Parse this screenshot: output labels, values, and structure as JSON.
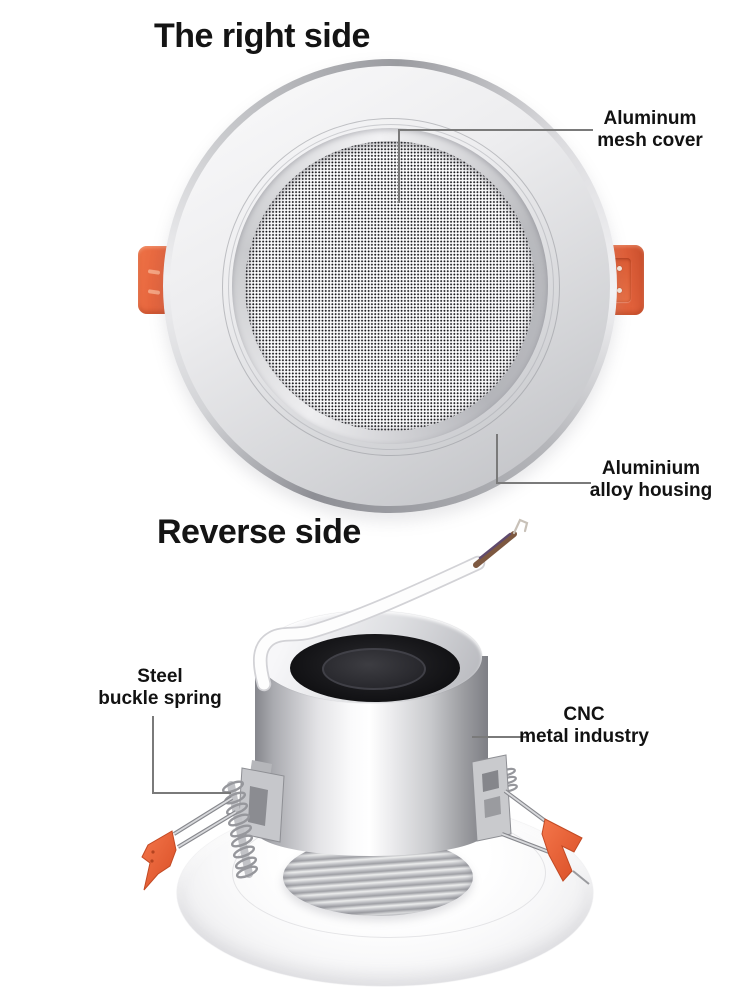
{
  "front_section": {
    "heading": "The right side",
    "labels": {
      "mesh": {
        "line1": "Aluminum",
        "line2": "mesh cover"
      },
      "housing": {
        "line1": "Aluminium",
        "line2": "alloy housing"
      }
    }
  },
  "reverse_section": {
    "heading": "Reverse side",
    "labels": {
      "spring": {
        "line1": "Steel",
        "line2": "buckle spring"
      },
      "cnc": {
        "line1": "CNC",
        "line2": "metal industry"
      }
    }
  },
  "colors": {
    "background": "#ffffff",
    "heading_text": "#141414",
    "label_text": "#121212",
    "callout_line": "#7a7a7a",
    "clip_orange": "#e2603a",
    "spring_tip_orange": "#ef5f2e",
    "metal_silver_light": "#f2f2f4",
    "metal_silver_dark": "#8e8f95",
    "mesh_dot": "#16161a",
    "magnet_black": "#121215",
    "wire_jacket_white": "#fdfdfd",
    "wire_conductor_brown": "#7d5840"
  }
}
